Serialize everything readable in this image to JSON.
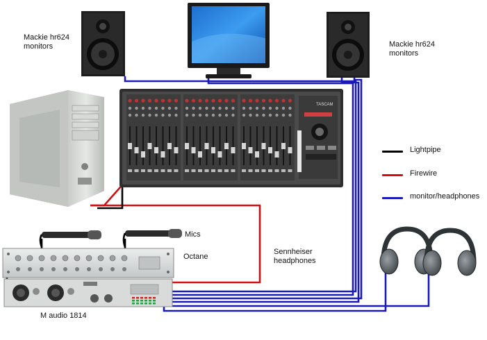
{
  "labels": {
    "monitors_left": [
      "Mackie hr624",
      "monitors"
    ],
    "monitors_right": [
      "Mackie hr624",
      "monitors"
    ],
    "mics": "Mics",
    "octane": "Octane",
    "headphones": [
      "Sennheiser",
      "headphones"
    ],
    "maudio": "M audio 1814",
    "console_brand": "TASCAM"
  },
  "legend": [
    {
      "label": "Lightpipe",
      "color": "#000000"
    },
    {
      "label": "Firewire",
      "color": "#d01010"
    },
    {
      "label": "monitor/headphones",
      "color": "#1a1ab8"
    }
  ],
  "colors": {
    "lightpipe": "#000000",
    "firewire": "#d01010",
    "monitor": "#1a1ab8"
  },
  "icons": [
    "speaker-icon",
    "display-icon",
    "pc-tower-icon",
    "mixer-console-icon",
    "microphone-icon",
    "rack-preamp-icon",
    "audio-interface-icon",
    "headphones-icon"
  ]
}
